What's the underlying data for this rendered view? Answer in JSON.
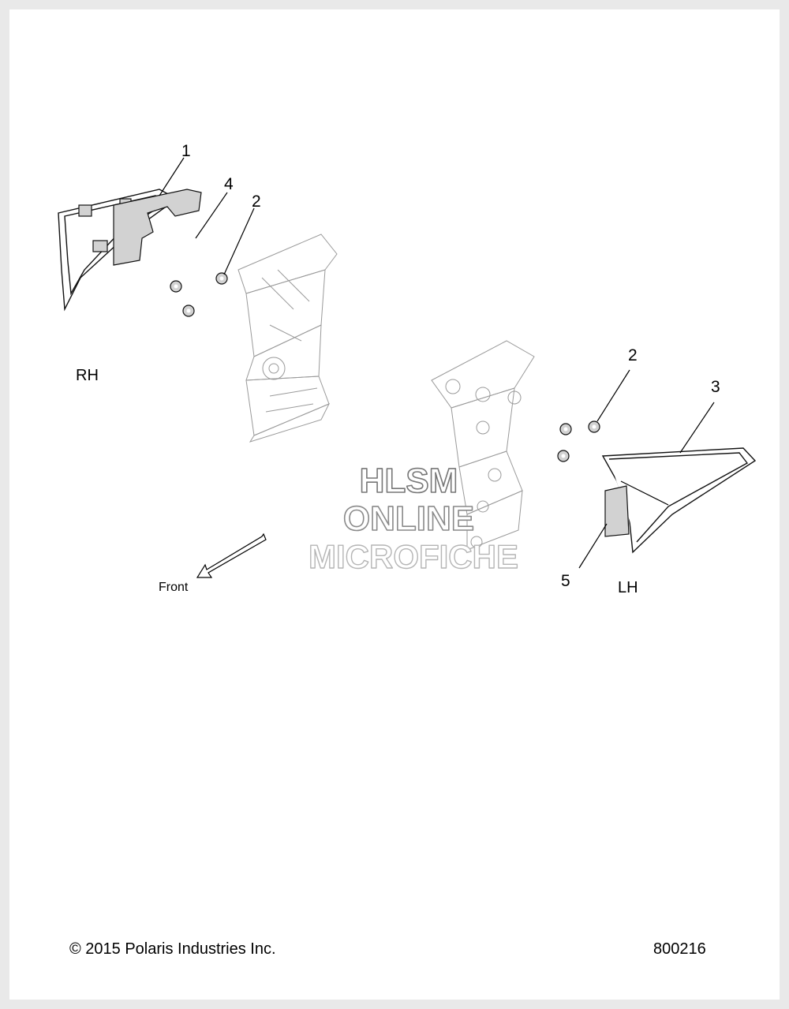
{
  "callouts": [
    "1",
    "4",
    "2",
    "2",
    "3",
    "5"
  ],
  "sides": {
    "right": "RH",
    "left": "LH"
  },
  "direction": {
    "label": "Front"
  },
  "watermark": {
    "line1": "HLSM",
    "line2": "ONLINE",
    "line3": "MICROFICHE"
  },
  "footer": {
    "copyright": "© 2015 Polaris Industries Inc.",
    "drawing_number": "800216"
  }
}
